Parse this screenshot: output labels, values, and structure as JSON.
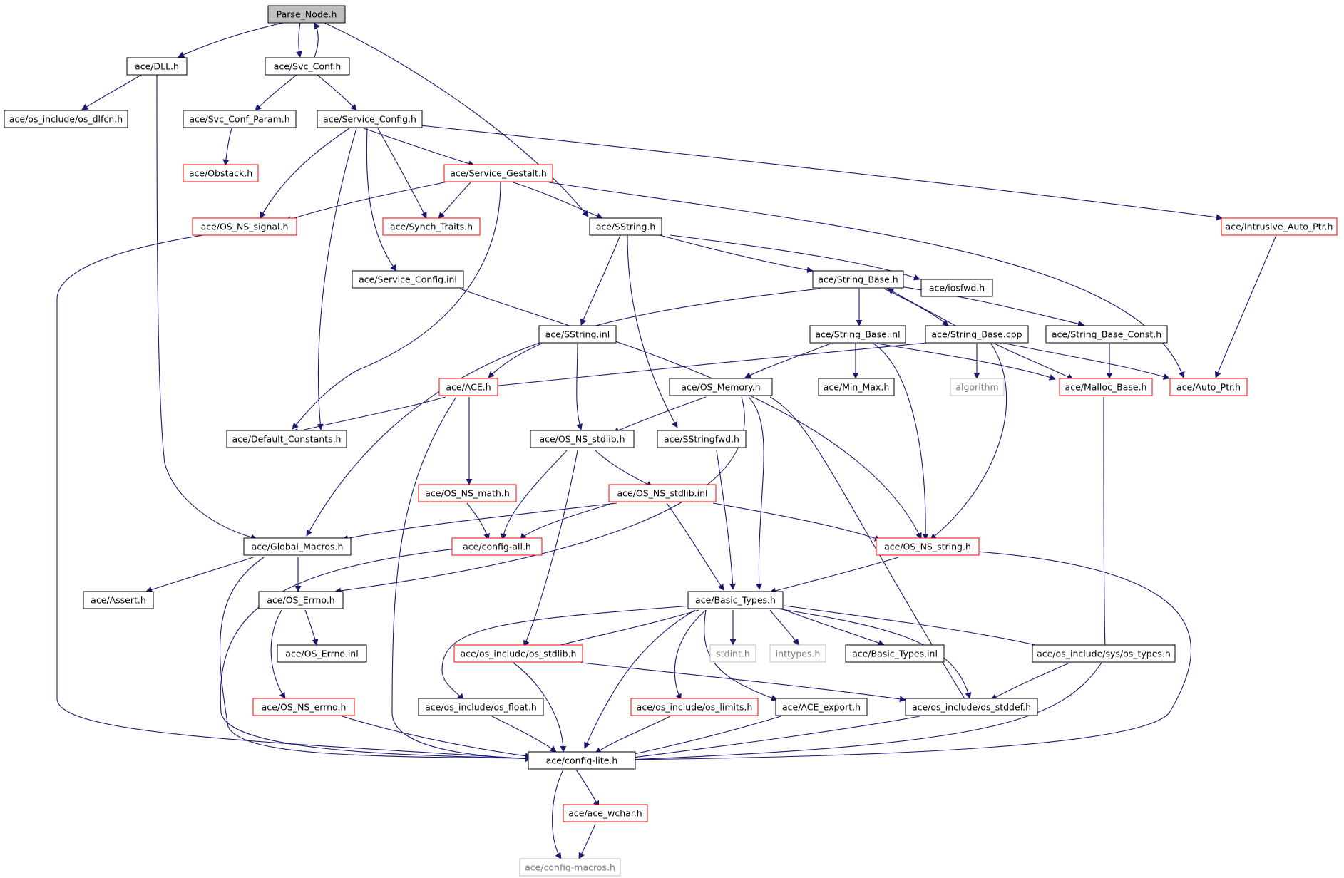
{
  "colors": {
    "normal_border": "#000000",
    "truncated_border": "#ff0000",
    "missing_border": "#bfbfbf",
    "root_fill": "#bfbfbf",
    "edge": "#191970"
  },
  "nodes": {
    "parse_node": {
      "label": "Parse_Node.h",
      "kind": "root"
    },
    "dll": {
      "label": "ace/DLL.h",
      "kind": "normal"
    },
    "svc_conf": {
      "label": "ace/Svc_Conf.h",
      "kind": "normal"
    },
    "os_dlfcn": {
      "label": "ace/os_include/os_dlfcn.h",
      "kind": "normal"
    },
    "svc_conf_param": {
      "label": "ace/Svc_Conf_Param.h",
      "kind": "normal"
    },
    "service_config_h": {
      "label": "ace/Service_Config.h",
      "kind": "normal"
    },
    "obstack": {
      "label": "ace/Obstack.h",
      "kind": "truncated"
    },
    "service_gestalt": {
      "label": "ace/Service_Gestalt.h",
      "kind": "truncated"
    },
    "os_ns_signal": {
      "label": "ace/OS_NS_signal.h",
      "kind": "truncated"
    },
    "synch_traits": {
      "label": "ace/Synch_Traits.h",
      "kind": "truncated"
    },
    "sstring_h": {
      "label": "ace/SString.h",
      "kind": "normal"
    },
    "intrusive_auto_ptr": {
      "label": "ace/Intrusive_Auto_Ptr.h",
      "kind": "truncated"
    },
    "service_config_inl": {
      "label": "ace/Service_Config.inl",
      "kind": "normal"
    },
    "string_base_h": {
      "label": "ace/String_Base.h",
      "kind": "normal"
    },
    "iosfwd": {
      "label": "ace/iosfwd.h",
      "kind": "normal"
    },
    "sstring_inl": {
      "label": "ace/SString.inl",
      "kind": "normal"
    },
    "string_base_inl": {
      "label": "ace/String_Base.inl",
      "kind": "normal"
    },
    "string_base_cpp": {
      "label": "ace/String_Base.cpp",
      "kind": "normal"
    },
    "string_base_const": {
      "label": "ace/String_Base_Const.h",
      "kind": "normal"
    },
    "ace_h": {
      "label": "ace/ACE.h",
      "kind": "truncated"
    },
    "os_memory": {
      "label": "ace/OS_Memory.h",
      "kind": "normal"
    },
    "min_max": {
      "label": "ace/Min_Max.h",
      "kind": "normal"
    },
    "algorithm": {
      "label": "algorithm",
      "kind": "missing"
    },
    "malloc_base": {
      "label": "ace/Malloc_Base.h",
      "kind": "truncated"
    },
    "auto_ptr": {
      "label": "ace/Auto_Ptr.h",
      "kind": "truncated"
    },
    "default_constants": {
      "label": "ace/Default_Constants.h",
      "kind": "normal"
    },
    "os_ns_stdlib_h": {
      "label": "ace/OS_NS_stdlib.h",
      "kind": "normal"
    },
    "sstringfwd": {
      "label": "ace/SStringfwd.h",
      "kind": "normal"
    },
    "os_ns_math": {
      "label": "ace/OS_NS_math.h",
      "kind": "truncated"
    },
    "os_ns_stdlib_inl": {
      "label": "ace/OS_NS_stdlib.inl",
      "kind": "truncated"
    },
    "global_macros": {
      "label": "ace/Global_Macros.h",
      "kind": "normal"
    },
    "config_all": {
      "label": "ace/config-all.h",
      "kind": "truncated"
    },
    "os_ns_string": {
      "label": "ace/OS_NS_string.h",
      "kind": "truncated"
    },
    "assert": {
      "label": "ace/Assert.h",
      "kind": "normal"
    },
    "os_errno_h": {
      "label": "ace/OS_Errno.h",
      "kind": "normal"
    },
    "basic_types_h": {
      "label": "ace/Basic_Types.h",
      "kind": "normal"
    },
    "os_errno_inl": {
      "label": "ace/OS_Errno.inl",
      "kind": "normal"
    },
    "os_stdlib": {
      "label": "ace/os_include/os_stdlib.h",
      "kind": "truncated"
    },
    "stdint": {
      "label": "stdint.h",
      "kind": "missing"
    },
    "inttypes": {
      "label": "inttypes.h",
      "kind": "missing"
    },
    "basic_types_inl": {
      "label": "ace/Basic_Types.inl",
      "kind": "normal"
    },
    "os_types": {
      "label": "ace/os_include/sys/os_types.h",
      "kind": "normal"
    },
    "os_ns_errno": {
      "label": "ace/OS_NS_errno.h",
      "kind": "truncated"
    },
    "os_float": {
      "label": "ace/os_include/os_float.h",
      "kind": "normal"
    },
    "os_limits": {
      "label": "ace/os_include/os_limits.h",
      "kind": "truncated"
    },
    "ace_export": {
      "label": "ace/ACE_export.h",
      "kind": "normal"
    },
    "os_stddef": {
      "label": "ace/os_include/os_stddef.h",
      "kind": "normal"
    },
    "config_lite": {
      "label": "ace/config-lite.h",
      "kind": "normal"
    },
    "ace_wchar": {
      "label": "ace/ace_wchar.h",
      "kind": "truncated"
    },
    "config_macros": {
      "label": "ace/config-macros.h",
      "kind": "missing"
    }
  }
}
